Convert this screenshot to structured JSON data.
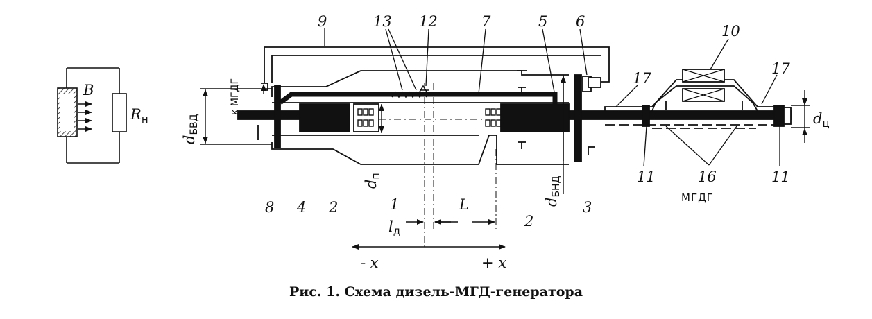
{
  "caption": "Рис. 1. Схема дизель-МГД-генератора",
  "circuit": {
    "field_label": "B",
    "load_label": "R",
    "load_sub": "н"
  },
  "callouts": [
    "9",
    "13",
    "12",
    "7",
    "5",
    "6",
    "10",
    "17",
    "17",
    "8",
    "4",
    "2",
    "1",
    "2",
    "3",
    "11",
    "16",
    "11"
  ],
  "dims": {
    "d_bvd_main": "d",
    "d_bvd_sub": "БВД",
    "to_mhd": "к МГДГ",
    "d_p_main": "d",
    "d_p_sub": "п",
    "d_bnd_main": "d",
    "d_bnd_sub": "БНД",
    "d_c_main": "d",
    "d_c_sub": "ц",
    "l_d_main": "l",
    "l_d_sub": "д",
    "L": "L",
    "minus_x": "- x",
    "plus_x": "+ x"
  },
  "mhd_label": "МГДГ"
}
